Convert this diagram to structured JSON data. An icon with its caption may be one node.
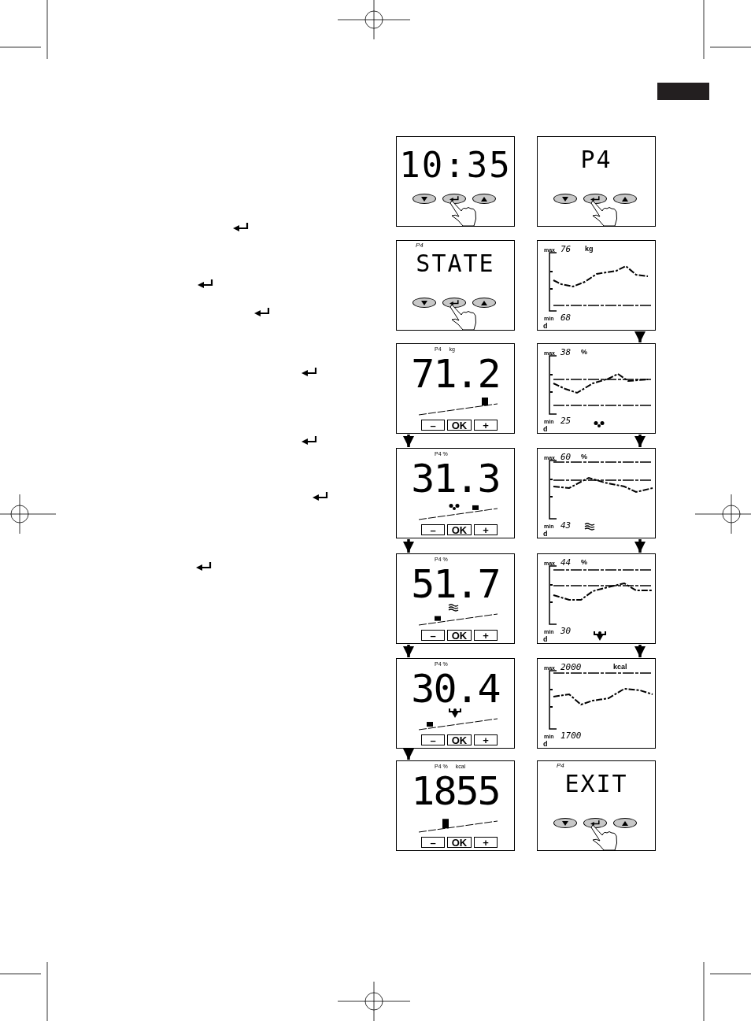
{
  "diagram": {
    "nodes": [
      {
        "text": [
          "10:35"
        ]
      },
      {
        "text": [
          "P4"
        ]
      },
      {
        "text": [
          "P4",
          "STATE"
        ]
      },
      {
        "text": [
          "max",
          "76",
          "kg",
          "min",
          "68",
          "d"
        ]
      },
      {
        "text": [
          "P4",
          "kg",
          "71.2",
          "–",
          "OK",
          "+"
        ]
      },
      {
        "text": [
          "max",
          "38",
          "%",
          "min",
          "25",
          "d"
        ]
      },
      {
        "text": [
          "P4 %",
          "31.3",
          "–",
          "OK",
          "+"
        ]
      },
      {
        "text": [
          "max",
          "60",
          "%",
          "min",
          "43",
          "d"
        ]
      },
      {
        "text": [
          "P4 %",
          "51.7",
          "–",
          "OK",
          "+"
        ]
      },
      {
        "text": [
          "max",
          "44",
          "%",
          "min",
          "30",
          "d"
        ]
      },
      {
        "text": [
          "P4 %",
          "30.4",
          "–",
          "OK",
          "+"
        ]
      },
      {
        "text": [
          "max",
          "2000",
          "kcal",
          "min",
          "1700",
          "d"
        ]
      },
      {
        "text": [
          "P4 %",
          "kcal",
          "1855",
          "–",
          "OK",
          "+"
        ]
      },
      {
        "text": [
          "P4",
          "EXIT"
        ]
      }
    ],
    "edges": [
      {
        "from": 4,
        "to": 6,
        "arrow": "to"
      },
      {
        "from": 6,
        "to": 8,
        "arrow": "to"
      },
      {
        "from": 8,
        "to": 10,
        "arrow": "to"
      },
      {
        "from": 10,
        "to": 12,
        "arrow": "to"
      },
      {
        "from": 3,
        "to": 5,
        "arrow": "to"
      },
      {
        "from": 5,
        "to": 7,
        "arrow": "to"
      },
      {
        "from": 7,
        "to": 9,
        "arrow": "to"
      },
      {
        "from": 9,
        "to": 11,
        "arrow": "to"
      }
    ]
  }
}
